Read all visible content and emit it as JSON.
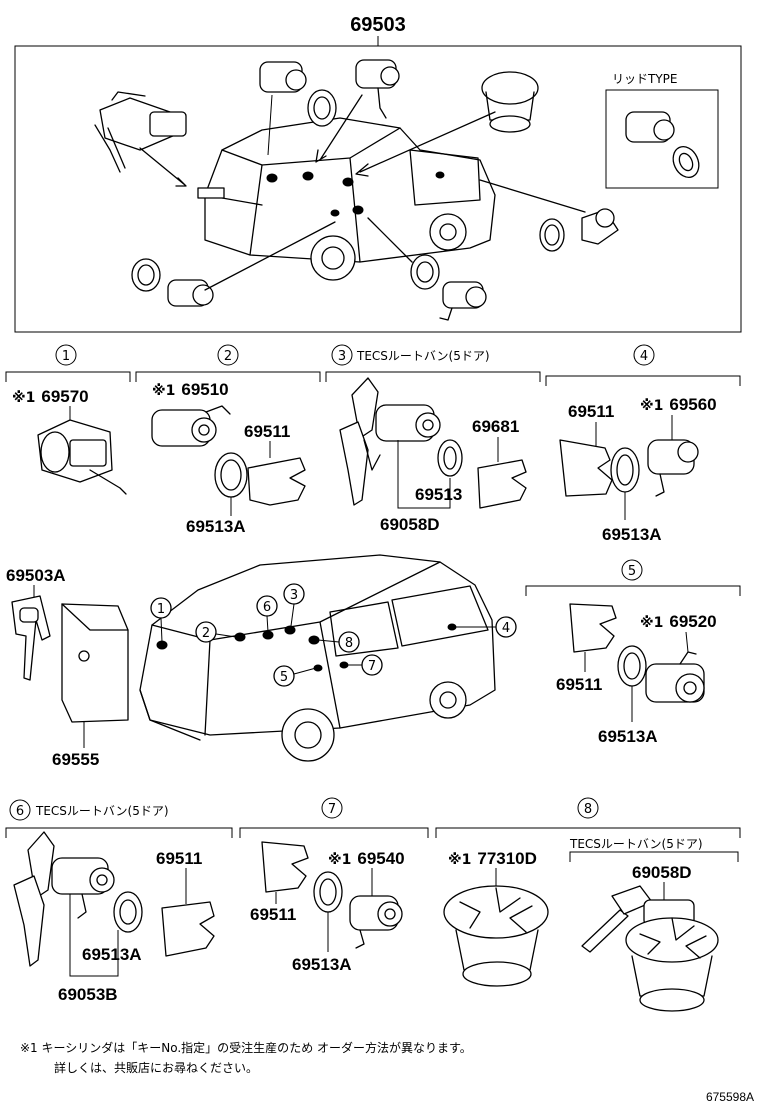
{
  "header_part": "69503",
  "lid_type_label": "リッドTYPE",
  "sections": [
    {
      "num": "1",
      "label": ""
    },
    {
      "num": "2",
      "label": ""
    },
    {
      "num": "3",
      "label": "TECSルートバン(5ドア)"
    },
    {
      "num": "4",
      "label": ""
    },
    {
      "num": "5",
      "label": ""
    },
    {
      "num": "6",
      "label": "TECSルートバン(5ドア)"
    },
    {
      "num": "7",
      "label": ""
    },
    {
      "num": "8",
      "label": ""
    }
  ],
  "section8_sublabel": "TECSルートバン(5ドア)",
  "mark": "※1",
  "parts": {
    "s1_main": "69570",
    "s2_main": "69510",
    "s2_plate": "69511",
    "s2_gasket": "69513A",
    "s3_plate": "69681",
    "s3_gasket": "69513",
    "s3_set": "69058D",
    "s4_plate": "69511",
    "s4_main": "69560",
    "s4_gasket": "69513A",
    "key": "69503A",
    "case": "69555",
    "s5_main": "69520",
    "s5_plate": "69511",
    "s5_gasket": "69513A",
    "s6_plate": "69511",
    "s6_gasket": "69513A",
    "s6_set": "69053B",
    "s7_main": "69540",
    "s7_plate": "69511",
    "s7_gasket": "69513A",
    "s8_cap": "77310D",
    "s8_set": "69058D"
  },
  "callouts": [
    "1",
    "2",
    "3",
    "4",
    "5",
    "6",
    "7",
    "8"
  ],
  "footnote_line1": "※1 キーシリンダは「キーNo.指定」の受注生産のため オーダー方法が異なります。",
  "footnote_line2": "詳しくは、共販店にお尋ねください。",
  "ref_code": "675598A"
}
